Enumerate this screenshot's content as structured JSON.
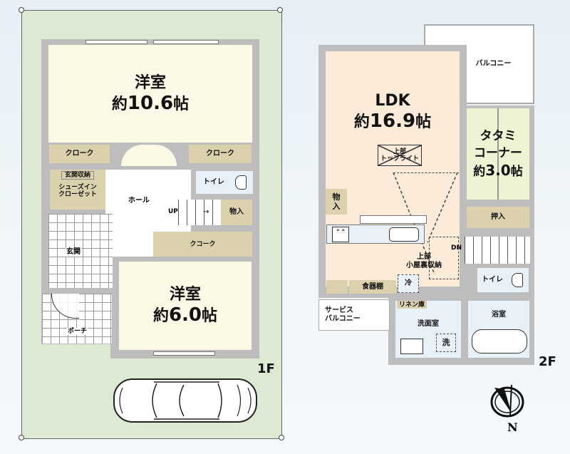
{
  "floor1": {
    "label": "1F",
    "rooms": {
      "western_large": {
        "name": "洋室",
        "size_prefix": "約",
        "size_value": "10.6",
        "size_unit": "帖"
      },
      "closet_left": "クローク",
      "closet_right": "クローク",
      "entrance_storage": "玄関収納",
      "shoe_closet_line1": "シューズイン",
      "shoe_closet_line2": "クローゼット",
      "hall": "ホール",
      "toilet": "トイレ",
      "stairs_up": "UP",
      "storage": "物入",
      "closet_center": "クコーク",
      "entrance": "玄関",
      "porch": "ポーチ",
      "western_small": {
        "name": "洋室",
        "size_prefix": "約",
        "size_value": "6.0",
        "size_unit": "帖"
      }
    }
  },
  "floor2": {
    "label": "2F",
    "rooms": {
      "ldk": {
        "name": "LDK",
        "size_prefix": "約",
        "size_value": "16.9",
        "size_unit": "帖"
      },
      "toplight_line1": "上部",
      "toplight_line2": "トップライト",
      "balcony": "バルコニー",
      "tatami": {
        "line1": "タタミ",
        "line2": "コーナー",
        "size_prefix": "約",
        "size_value": "3.0",
        "size_unit": "帖"
      },
      "storage_line1": "物",
      "storage_line2": "入",
      "oshiire": "押入",
      "attic_line1": "上部",
      "attic_line2": "小屋裏収納",
      "stairs_down": "DN",
      "dish_cabinet": "食器棚",
      "fridge": "冷",
      "toilet": "トイレ",
      "linen": "リネン庫",
      "service_balcony_line1": "サービス",
      "service_balcony_line2": "バルコニー",
      "washroom": "洗面室",
      "washer": "洗",
      "bathroom": "浴室"
    }
  },
  "compass": {
    "label": "N"
  },
  "colors": {
    "lot": "#dde9d2",
    "wall": "#bdbdbd",
    "western_room": "#fbf8e6",
    "closet": "#dcd1ad",
    "wet_area": "#e8f1f8",
    "ldk": "#fcebd9",
    "tatami": "#eef3d4"
  }
}
